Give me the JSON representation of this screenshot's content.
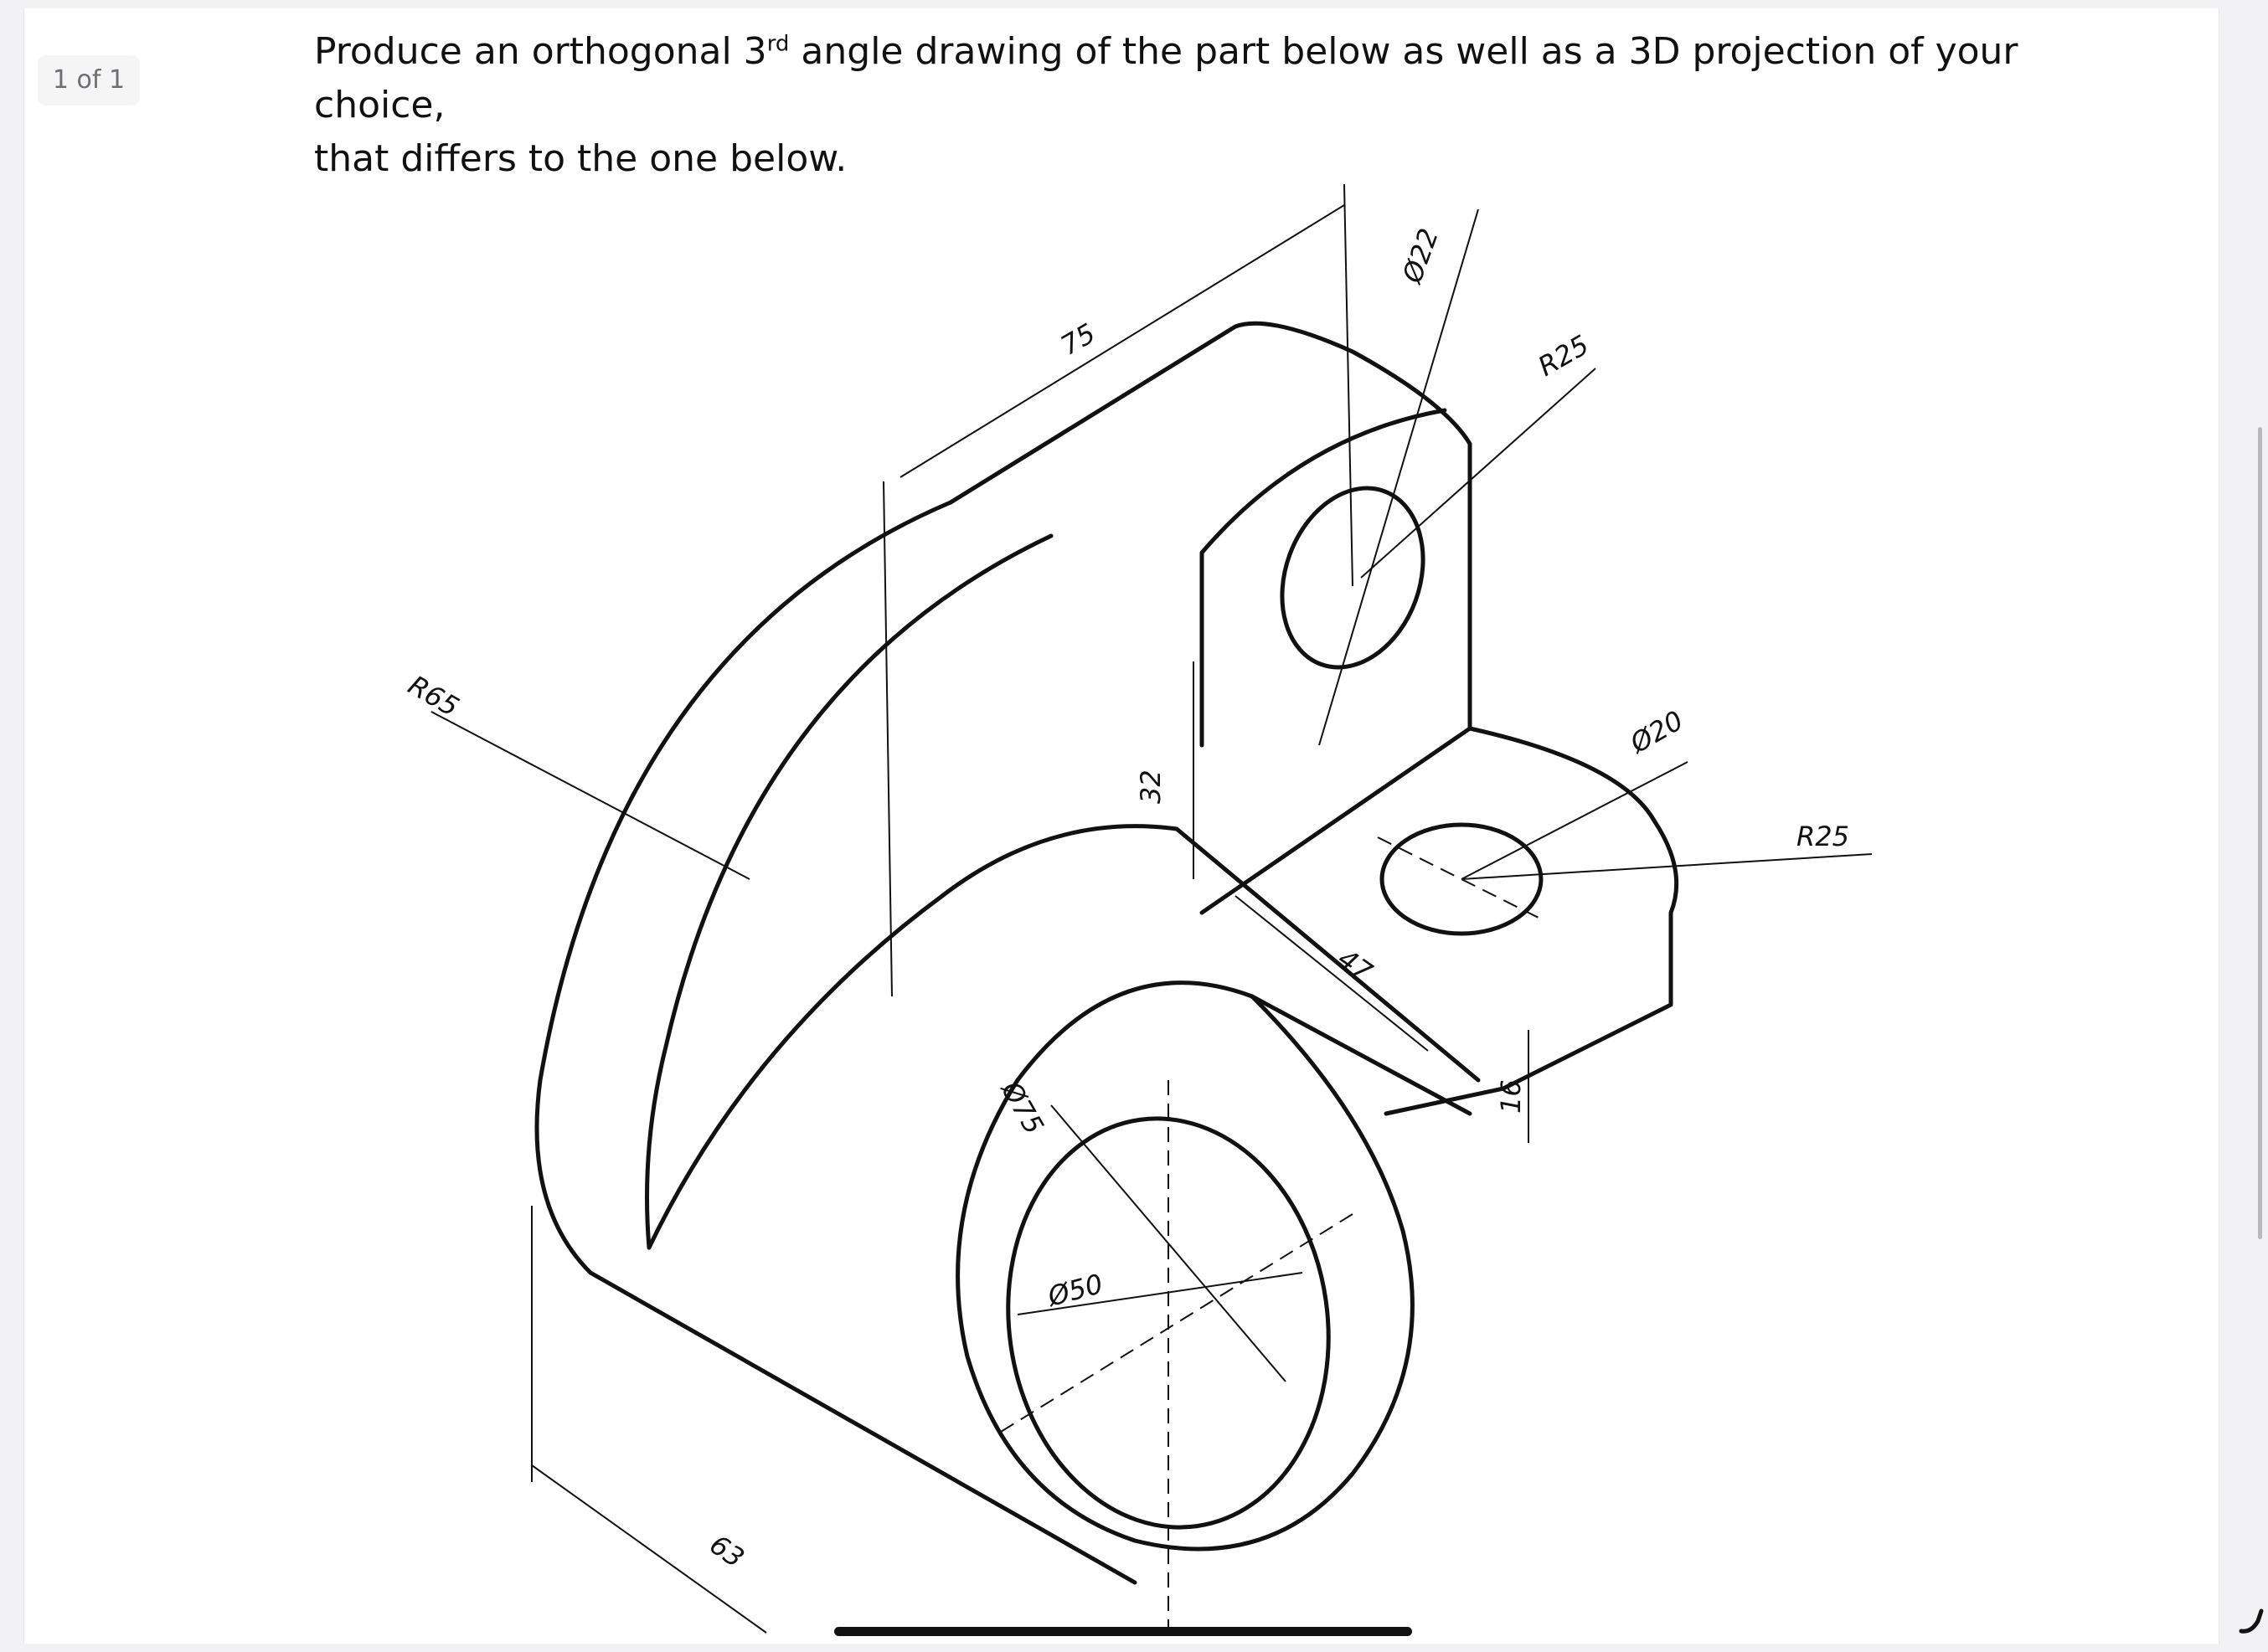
{
  "viewer": {
    "page_counter": "1 of 1"
  },
  "question": {
    "line1_before_sup": "Produce an orthogonal 3",
    "line1_sup": "rd",
    "line1_after_sup": " angle drawing of the part below as well as a 3D projection of your choice,",
    "line2": "that differs to the one below."
  },
  "drawing": {
    "dimensions": {
      "length_75": "75",
      "hole_dia_22": "Ø22",
      "radius_r25_top": "R25",
      "radius_r65": "R65",
      "height_32": "32",
      "hole_dia_20": "Ø20",
      "radius_r25_side": "R25",
      "length_47": "47",
      "height_16": "16",
      "boss_dia_75": "Ø75",
      "bore_dia_50": "Ø50",
      "length_63": "63"
    }
  },
  "icons": {
    "scrollbar": "scrollbar-thumb",
    "home": "home-indicator",
    "corner": "markup-pen-icon"
  },
  "colors": {
    "ink": "#111111",
    "page": "#ffffff",
    "backdrop": "#f2f2f4"
  }
}
